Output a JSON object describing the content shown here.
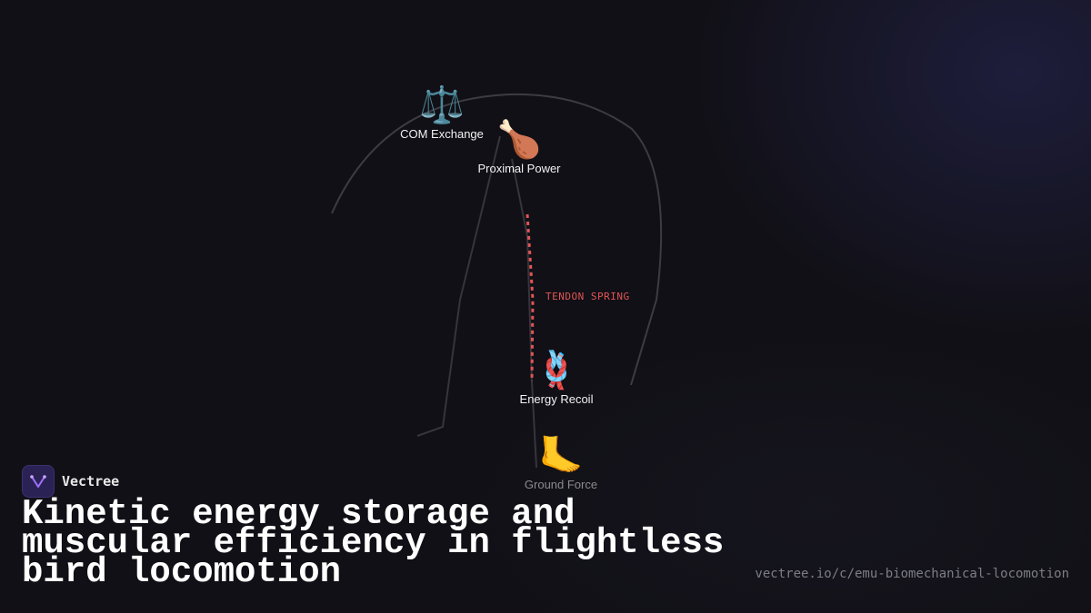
{
  "nodes": {
    "com_exchange": {
      "emoji": "⚖️",
      "label": "COM Exchange"
    },
    "proximal_power": {
      "emoji": "🍗",
      "label": "Proximal Power"
    },
    "energy_recoil": {
      "emoji": "🪢",
      "label": "Energy Recoil"
    },
    "ground_force": {
      "emoji": "🦶",
      "label": "Ground Force"
    }
  },
  "tendon_label": "TENDON SPRING",
  "brand": {
    "name": "Vectree"
  },
  "title": "Kinetic energy storage and muscular efficiency in flightless bird locomotion",
  "url": "vectree.io/c/emu-biomechanical-locomotion",
  "colors": {
    "tendon": "#e05555",
    "line": "#3a3a40",
    "background": "#111016"
  }
}
